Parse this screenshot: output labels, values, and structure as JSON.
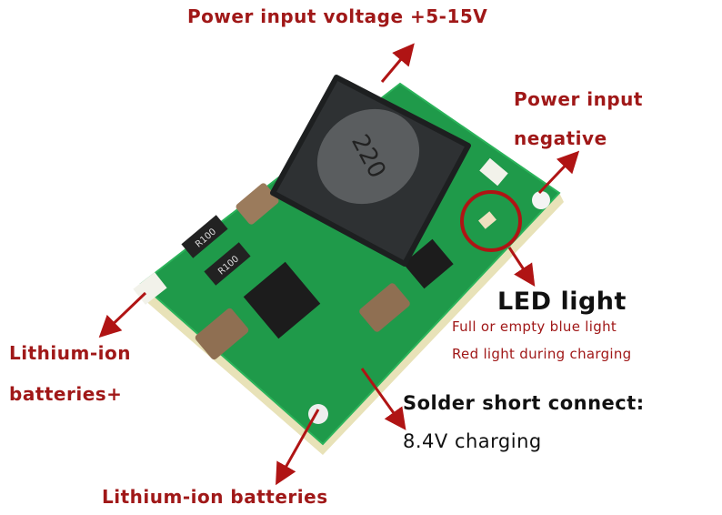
{
  "labels": {
    "power_input_voltage": "Power input voltage +5-15V",
    "power_input_negative_line1": "Power input",
    "power_input_negative_line2": "negative",
    "led_title": "LED light",
    "led_line1": "Full or empty blue light",
    "led_line2": "Red light during charging",
    "solder_line1": "Solder short connect:",
    "solder_line2": "8.4V charging",
    "battery_plus_line1": "Lithium-ion",
    "battery_plus_line2": "batteries+",
    "battery_minus": "Lithium-ion batteries"
  },
  "board_markings": {
    "inductor": "220",
    "resistor1": "R100",
    "resistor2": "R100"
  },
  "colors": {
    "annotation": "#a01818",
    "pcb": "#1f9a4a",
    "inductor": "#2e3133"
  }
}
